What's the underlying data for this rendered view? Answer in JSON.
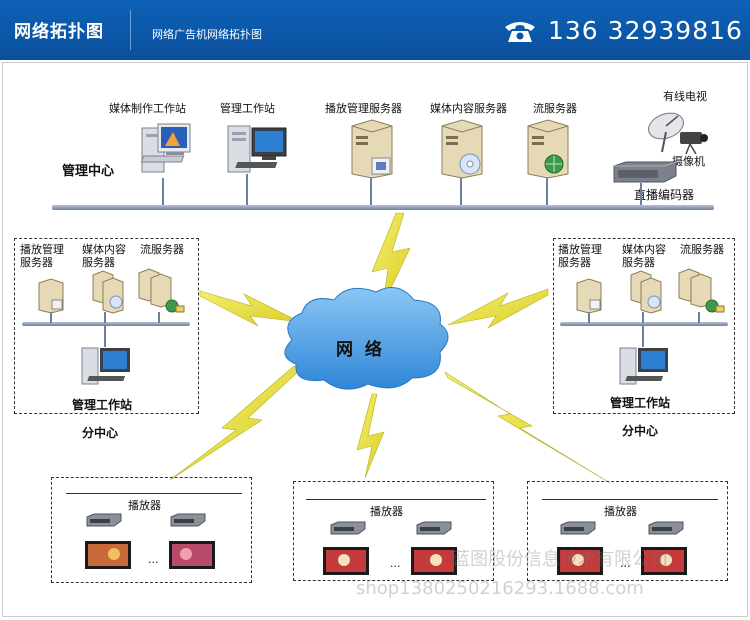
{
  "header": {
    "title": "网络拓扑图",
    "subtitle": "网络广告机网络拓扑图",
    "phone": "136 32939816"
  },
  "center": {
    "label": "管理中心",
    "devices": {
      "media_ws": "媒体制作工作站",
      "mgmt_ws": "管理工作站",
      "play_srv": "播放管理服务器",
      "media_srv": "媒体内容服务器",
      "stream_srv": "流服务器",
      "tv": "有线电视",
      "camera": "摄像机",
      "encoder": "直播编码器"
    }
  },
  "network_label": "网  络",
  "branches": [
    {
      "play_srv": "播放管理\n服务器",
      "media_srv": "媒体内容\n服务器",
      "stream_srv": "流服务器",
      "ws": "管理工作站",
      "name": "分中心"
    },
    {
      "play_srv": "播放管理\n服务器",
      "media_srv": "媒体内容\n服务器",
      "stream_srv": "流服务器",
      "ws": "管理工作站",
      "name": "分中心"
    }
  ],
  "players": {
    "label": "播放器",
    "ellipsis": "..."
  },
  "watermark": {
    "line1": "蓝图股份信息技术有限公司",
    "line2": "shop1380250216293.1688.com"
  },
  "colors": {
    "header": "#0a55a8",
    "cloud": "#4a9be0",
    "bolt": "#e8e24a"
  }
}
